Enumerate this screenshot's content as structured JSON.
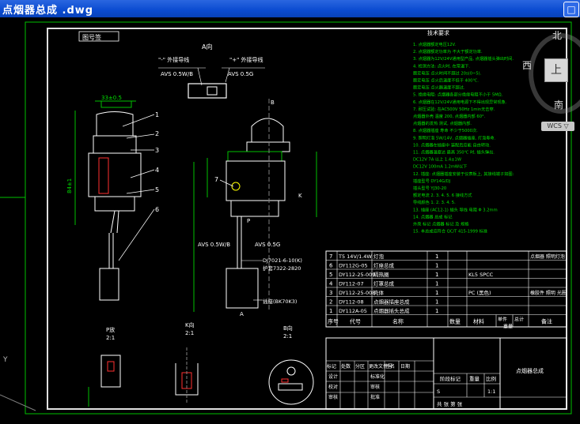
{
  "window": {
    "title": "点烟器总成 .dwg",
    "maximize_symbol": "□"
  },
  "viewcube": {
    "north": "北",
    "west": "西",
    "south": "南",
    "top": "上",
    "wcs": "WCS ▽"
  },
  "drawing": {
    "top_label": "图号签",
    "view_a": "A向",
    "connector_minus": "\"-\" 外接导线",
    "connector_plus": "\"+\" 外接导线",
    "wire_left": "AVS 0.5W/B",
    "wire_right": "AVS 0.5G",
    "wire_label_1": "AVS 0.5W/B",
    "wire_label_2": "AVS 0.5G",
    "plug_label": "DJ7021-6-10(K)",
    "plug_label_2": "护套7322-2820",
    "plug_label_3": "插座(BK70K3)",
    "balloons": [
      "1",
      "2",
      "3",
      "4",
      "5",
      "6",
      "7"
    ],
    "view_p": "P放",
    "view_p_scale": "2:1",
    "view_k": "K向",
    "view_k_scale": "2:1",
    "view_b": "B向",
    "view_b_scale": "2:1",
    "arrow_b": "B",
    "arrow_k": "K",
    "arrow_p": "P",
    "arrow_a": "A",
    "dim_width": "33±0.5",
    "dim_height": "84±1"
  },
  "notes": {
    "heading": "技术要求",
    "lines": [
      "1. 点烟器额定电压12V.",
      "2. 点烟器额定功率为 不大于额定功率.",
      "3. 点烟器为12V/24V通用型产品, 点烟器插头弹出时间.",
      "4. 检测方法: 点火时, 在常温下.",
      "   额定电压 点火时间不超过 20s(0~5).",
      "   额定电压 点火后温度不低于 400℃.",
      "   额定电压 点火器温度不超过.",
      "5. 绝缘电阻: 点烟器各部分绝缘电阻不小于 5MΩ.",
      "6. 点烟器在12V/24V通用电源下不得出现异常现象.",
      "7. 耐压试验: 在AC500V 50Hz 1min无击穿.",
      "   点烟器外壳 温度 200, 点烟器内部 60°.",
      "   点烟器的发热 测试, 点烟器内部.",
      "8. 点烟器插座 寿命 不少于5000次.",
      "9. 照明灯泡 5W/14V, 点烟器插座, 灯泡寿命.",
      "10. 点烟器在插座中 装配后应能 自由转动.",
      "11. 点烟器温度达 最高 350℃ 时, 插头弹出.",
      "   DC12V 7A 以上 1.4±1W",
      "   DC12V 100mA 1.2mW以下",
      "12. 插座: 点烟器插座安装于仪表板上, 其接线端子如图:",
      "   插座型号 DY14G/DJ",
      "   插头型号 YJ30-20",
      "   额定电流 2. 3. 4. 5. 6 接线方式",
      "   导线颜色 1. 2. 3. 4. 5.",
      "13. 插座 (AC12-1) 插头 导线 电阻 Φ 3.2mm",
      "14. 点烟器 总成 标记",
      "   外壳 标记 点烟器 标记 及 规格",
      "15. 本总成应符合 QC/T 415-1999 标准"
    ]
  },
  "bom": {
    "rows": [
      {
        "no": "7",
        "code": "T5 14V/1.4W",
        "name": "灯泡",
        "qty": "1",
        "material": "",
        "weight": "",
        "remark": "点烟器 照明灯泡"
      },
      {
        "no": "6",
        "code": "DY112G-05",
        "name": "灯座总成",
        "qty": "1",
        "material": "",
        "weight": "",
        "remark": ""
      },
      {
        "no": "5",
        "code": "DY112-25-009",
        "name": "隔热圈",
        "qty": "1",
        "material": "KL5 SPCC",
        "weight": "",
        "remark": ""
      },
      {
        "no": "4",
        "code": "DY112-07",
        "name": "灯罩总成",
        "qty": "1",
        "material": "",
        "weight": "",
        "remark": ""
      },
      {
        "no": "3",
        "code": "DY112-25-008",
        "name": "壳体",
        "qty": "1",
        "material": "PC (黑色)",
        "weight": "",
        "remark": "橡胶件 照明 光圈"
      },
      {
        "no": "2",
        "code": "DY112-08",
        "name": "点烟器插座总成",
        "qty": "1",
        "material": "",
        "weight": "",
        "remark": ""
      },
      {
        "no": "1",
        "code": "DY112A-05",
        "name": "点烟器插头总成",
        "qty": "1",
        "material": "",
        "weight": "",
        "remark": ""
      }
    ],
    "header": {
      "no": "序号",
      "code": "代号",
      "name": "名称",
      "qty": "数量",
      "material": "材料",
      "weight1": "单件",
      "weight2": "总计",
      "weight3": "重量",
      "remark": "备注"
    }
  },
  "titleblock": {
    "r1": [
      "标记",
      "处数",
      "分区",
      "更改文件号",
      "签名",
      "日期"
    ],
    "r2": [
      "设计",
      "",
      "标准化"
    ],
    "r3": [
      "校对",
      "",
      "审核"
    ],
    "r4": [
      "审核",
      "",
      "批准"
    ],
    "stage": "阶段标记",
    "weight": "重量",
    "scale": "比例",
    "scale_val": "1:1",
    "sheet_s": "S",
    "sheets": "共 张  第 张",
    "name": "点烟器总成"
  }
}
